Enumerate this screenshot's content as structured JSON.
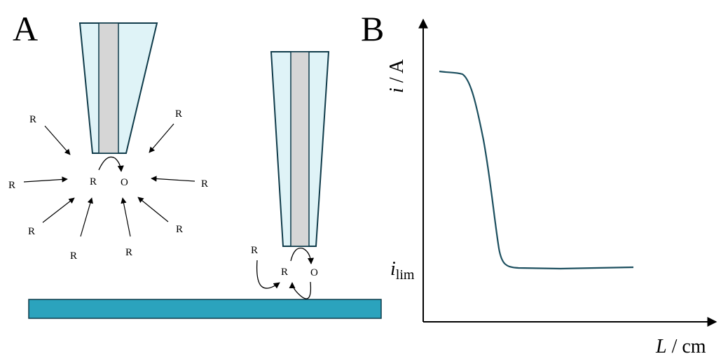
{
  "panel_a": {
    "label": "A",
    "species_reduced": "R",
    "species_oxidized": "O"
  },
  "panel_b": {
    "label": "B",
    "y_axis": {
      "symbol": "i",
      "unit": "A"
    },
    "x_axis": {
      "symbol": "L",
      "unit": "cm"
    },
    "y_marker": {
      "symbol": "i",
      "subscript": "lim"
    }
  },
  "colors": {
    "glass": "#dff3f7",
    "electrode_core": "#d6d6d6",
    "electrode_outline": "#0f3b4a",
    "substrate": "#2ba3bd",
    "curve": "#1c4f5f"
  }
}
